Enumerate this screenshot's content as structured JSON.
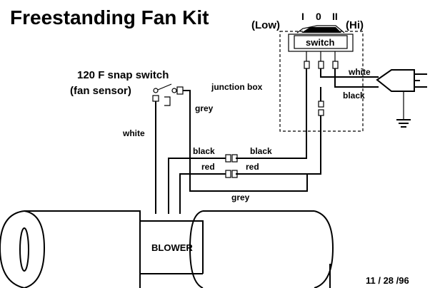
{
  "title": "Freestanding Fan Kit",
  "switch": {
    "low": "(Low)",
    "hi": "(Hi)",
    "pos_one": "I",
    "pos_zero": "0",
    "pos_two": "II",
    "label": "switch"
  },
  "snap_switch": {
    "line1": "120 F snap switch",
    "line2": "(fan sensor)"
  },
  "junction_box": "junction box",
  "wires": {
    "white_snap": "white",
    "grey_snap": "grey",
    "white_plug": "white",
    "black_plug": "black",
    "black_left": "black",
    "black_right": "black",
    "red_left": "red",
    "red_right": "red",
    "grey_bottom": "grey"
  },
  "blower": "BLOWER",
  "date": "11 / 28 /96",
  "colors": {
    "ink": "#000000",
    "background": "#ffffff"
  }
}
